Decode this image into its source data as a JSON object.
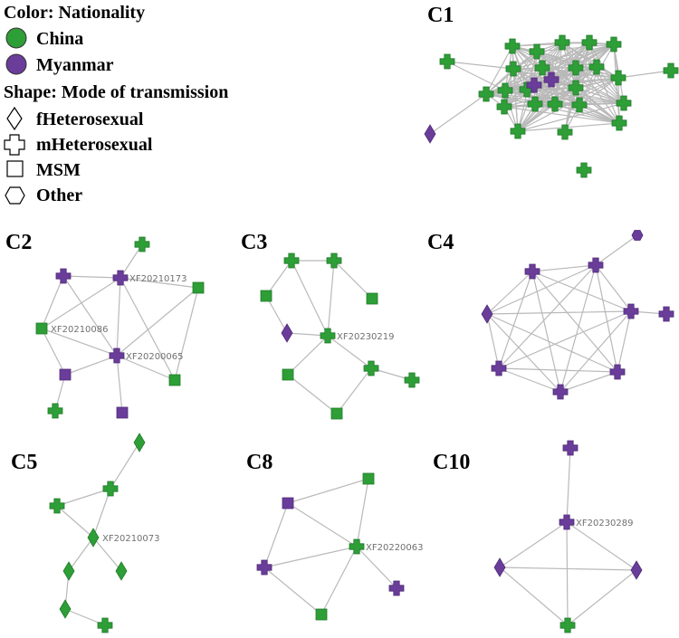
{
  "legend": {
    "color_title": "Color: Nationality",
    "colors": [
      {
        "label": "China",
        "color": "#2e9e37"
      },
      {
        "label": "Myanmar",
        "color": "#6a3d9a"
      }
    ],
    "shape_title": "Shape: Mode of transmission",
    "shapes": [
      {
        "label": "fHeterosexual",
        "shape": "diamond"
      },
      {
        "label": "mHeterosexual",
        "shape": "cross"
      },
      {
        "label": "MSM",
        "shape": "square"
      },
      {
        "label": "Other",
        "shape": "hexagon"
      }
    ]
  },
  "colors": {
    "China": "#2e9e37",
    "Myanmar": "#6a3d9a",
    "edge": "#b9b9b9"
  },
  "chart_data": {
    "type": "network",
    "clusters": [
      {
        "id": "C1",
        "title": "C1",
        "nodes": [
          {
            "id": "a1",
            "nat": "China",
            "shape": "cross"
          },
          {
            "id": "a2",
            "nat": "China",
            "shape": "cross"
          },
          {
            "id": "a3",
            "nat": "China",
            "shape": "cross"
          },
          {
            "id": "a4",
            "nat": "China",
            "shape": "cross"
          },
          {
            "id": "a5",
            "nat": "China",
            "shape": "cross"
          },
          {
            "id": "a6",
            "nat": "China",
            "shape": "cross"
          },
          {
            "id": "a7",
            "nat": "China",
            "shape": "cross"
          },
          {
            "id": "a8",
            "nat": "China",
            "shape": "cross"
          },
          {
            "id": "a9",
            "nat": "China",
            "shape": "cross"
          },
          {
            "id": "a10",
            "nat": "China",
            "shape": "cross"
          },
          {
            "id": "a11",
            "nat": "China",
            "shape": "cross"
          },
          {
            "id": "a12",
            "nat": "China",
            "shape": "cross"
          },
          {
            "id": "a13",
            "nat": "Myanmar",
            "shape": "cross"
          },
          {
            "id": "a14",
            "nat": "China",
            "shape": "cross"
          },
          {
            "id": "a15",
            "nat": "China",
            "shape": "cross"
          },
          {
            "id": "a16",
            "nat": "China",
            "shape": "cross"
          },
          {
            "id": "a17",
            "nat": "China",
            "shape": "cross"
          },
          {
            "id": "a18",
            "nat": "China",
            "shape": "cross"
          },
          {
            "id": "a19",
            "nat": "Myanmar",
            "shape": "cross"
          },
          {
            "id": "a20",
            "nat": "China",
            "shape": "cross"
          },
          {
            "id": "a21",
            "nat": "China",
            "shape": "cross"
          },
          {
            "id": "a22",
            "nat": "China",
            "shape": "cross"
          },
          {
            "id": "a23",
            "nat": "China",
            "shape": "cross"
          },
          {
            "id": "a24",
            "nat": "China",
            "shape": "cross"
          },
          {
            "id": "a25",
            "nat": "China",
            "shape": "cross"
          },
          {
            "id": "a26",
            "nat": "Myanmar",
            "shape": "diamond"
          },
          {
            "id": "a27",
            "nat": "China",
            "shape": "cross"
          },
          {
            "id": "a28",
            "nat": "China",
            "shape": "cross"
          }
        ]
      },
      {
        "id": "C2",
        "title": "C2",
        "nodes": [
          {
            "id": "b1",
            "nat": "China",
            "shape": "cross"
          },
          {
            "id": "b2",
            "nat": "Myanmar",
            "shape": "cross"
          },
          {
            "id": "b3",
            "nat": "Myanmar",
            "shape": "cross",
            "label": "XF20210173"
          },
          {
            "id": "b4",
            "nat": "China",
            "shape": "square"
          },
          {
            "id": "b5",
            "nat": "China",
            "shape": "square",
            "label": "XF20210086"
          },
          {
            "id": "b6",
            "nat": "Myanmar",
            "shape": "cross",
            "label": "XF20200065"
          },
          {
            "id": "b7",
            "nat": "Myanmar",
            "shape": "square"
          },
          {
            "id": "b8",
            "nat": "China",
            "shape": "square"
          },
          {
            "id": "b9",
            "nat": "China",
            "shape": "cross"
          },
          {
            "id": "b10",
            "nat": "Myanmar",
            "shape": "square"
          }
        ],
        "edges": [
          [
            "b2",
            "b3"
          ],
          [
            "b2",
            "b5"
          ],
          [
            "b2",
            "b6"
          ],
          [
            "b3",
            "b1"
          ],
          [
            "b3",
            "b5"
          ],
          [
            "b3",
            "b6"
          ],
          [
            "b3",
            "b4"
          ],
          [
            "b3",
            "b8"
          ],
          [
            "b5",
            "b6"
          ],
          [
            "b5",
            "b7"
          ],
          [
            "b6",
            "b4"
          ],
          [
            "b6",
            "b8"
          ],
          [
            "b6",
            "b7"
          ],
          [
            "b6",
            "b10"
          ],
          [
            "b4",
            "b8"
          ],
          [
            "b7",
            "b9"
          ]
        ]
      },
      {
        "id": "C3",
        "title": "C3",
        "nodes": [
          {
            "id": "c1",
            "nat": "China",
            "shape": "cross"
          },
          {
            "id": "c2",
            "nat": "China",
            "shape": "cross"
          },
          {
            "id": "c3",
            "nat": "China",
            "shape": "square"
          },
          {
            "id": "c4",
            "nat": "China",
            "shape": "square"
          },
          {
            "id": "c5",
            "nat": "Myanmar",
            "shape": "diamond"
          },
          {
            "id": "c6",
            "nat": "China",
            "shape": "cross",
            "label": "XF20230219"
          },
          {
            "id": "c7",
            "nat": "China",
            "shape": "cross"
          },
          {
            "id": "c8",
            "nat": "China",
            "shape": "cross"
          },
          {
            "id": "c9",
            "nat": "China",
            "shape": "square"
          },
          {
            "id": "c10",
            "nat": "China",
            "shape": "square"
          }
        ],
        "edges": [
          [
            "c1",
            "c2"
          ],
          [
            "c1",
            "c3"
          ],
          [
            "c1",
            "c6"
          ],
          [
            "c2",
            "c4"
          ],
          [
            "c2",
            "c6"
          ],
          [
            "c3",
            "c5"
          ],
          [
            "c5",
            "c6"
          ],
          [
            "c6",
            "c7"
          ],
          [
            "c6",
            "c9"
          ],
          [
            "c7",
            "c8"
          ],
          [
            "c7",
            "c10"
          ],
          [
            "c9",
            "c10"
          ]
        ]
      },
      {
        "id": "C4",
        "title": "C4",
        "nodes": [
          {
            "id": "d1",
            "nat": "Myanmar",
            "shape": "hexagon"
          },
          {
            "id": "d2",
            "nat": "Myanmar",
            "shape": "cross"
          },
          {
            "id": "d3",
            "nat": "Myanmar",
            "shape": "cross"
          },
          {
            "id": "d4",
            "nat": "Myanmar",
            "shape": "diamond"
          },
          {
            "id": "d5",
            "nat": "Myanmar",
            "shape": "cross"
          },
          {
            "id": "d6",
            "nat": "Myanmar",
            "shape": "cross"
          },
          {
            "id": "d7",
            "nat": "Myanmar",
            "shape": "cross"
          },
          {
            "id": "d8",
            "nat": "Myanmar",
            "shape": "cross"
          },
          {
            "id": "d9",
            "nat": "Myanmar",
            "shape": "cross"
          }
        ],
        "edges": [
          [
            "d1",
            "d3"
          ],
          [
            "d2",
            "d3"
          ],
          [
            "d2",
            "d4"
          ],
          [
            "d2",
            "d5"
          ],
          [
            "d2",
            "d7"
          ],
          [
            "d2",
            "d8"
          ],
          [
            "d2",
            "d9"
          ],
          [
            "d3",
            "d4"
          ],
          [
            "d3",
            "d5"
          ],
          [
            "d3",
            "d7"
          ],
          [
            "d3",
            "d8"
          ],
          [
            "d3",
            "d9"
          ],
          [
            "d4",
            "d5"
          ],
          [
            "d4",
            "d7"
          ],
          [
            "d4",
            "d8"
          ],
          [
            "d4",
            "d9"
          ],
          [
            "d5",
            "d6"
          ],
          [
            "d5",
            "d7"
          ],
          [
            "d5",
            "d8"
          ],
          [
            "d5",
            "d9"
          ],
          [
            "d7",
            "d8"
          ],
          [
            "d7",
            "d9"
          ],
          [
            "d8",
            "d9"
          ]
        ]
      },
      {
        "id": "C5",
        "title": "C5",
        "nodes": [
          {
            "id": "e1",
            "nat": "China",
            "shape": "diamond"
          },
          {
            "id": "e2",
            "nat": "China",
            "shape": "cross"
          },
          {
            "id": "e3",
            "nat": "China",
            "shape": "cross"
          },
          {
            "id": "e4",
            "nat": "China",
            "shape": "diamond",
            "label": "XF20210073"
          },
          {
            "id": "e5",
            "nat": "China",
            "shape": "diamond"
          },
          {
            "id": "e6",
            "nat": "China",
            "shape": "diamond"
          },
          {
            "id": "e7",
            "nat": "China",
            "shape": "diamond"
          },
          {
            "id": "e8",
            "nat": "China",
            "shape": "cross"
          }
        ],
        "edges": [
          [
            "e1",
            "e2"
          ],
          [
            "e2",
            "e3"
          ],
          [
            "e2",
            "e4"
          ],
          [
            "e3",
            "e4"
          ],
          [
            "e4",
            "e5"
          ],
          [
            "e4",
            "e6"
          ],
          [
            "e5",
            "e7"
          ],
          [
            "e7",
            "e8"
          ]
        ]
      },
      {
        "id": "C8",
        "title": "C8",
        "nodes": [
          {
            "id": "f1",
            "nat": "China",
            "shape": "square"
          },
          {
            "id": "f2",
            "nat": "Myanmar",
            "shape": "square"
          },
          {
            "id": "f3",
            "nat": "China",
            "shape": "cross",
            "label": "XF20220063"
          },
          {
            "id": "f4",
            "nat": "Myanmar",
            "shape": "cross"
          },
          {
            "id": "f5",
            "nat": "Myanmar",
            "shape": "cross"
          },
          {
            "id": "f6",
            "nat": "China",
            "shape": "square"
          }
        ],
        "edges": [
          [
            "f2",
            "f1"
          ],
          [
            "f2",
            "f3"
          ],
          [
            "f2",
            "f4"
          ],
          [
            "f1",
            "f3"
          ],
          [
            "f3",
            "f4"
          ],
          [
            "f3",
            "f5"
          ],
          [
            "f3",
            "f6"
          ],
          [
            "f4",
            "f6"
          ]
        ]
      },
      {
        "id": "C10",
        "title": "C10",
        "nodes": [
          {
            "id": "g1",
            "nat": "Myanmar",
            "shape": "cross"
          },
          {
            "id": "g2",
            "nat": "Myanmar",
            "shape": "cross",
            "label": "XF20230289"
          },
          {
            "id": "g3",
            "nat": "Myanmar",
            "shape": "diamond"
          },
          {
            "id": "g4",
            "nat": "Myanmar",
            "shape": "diamond"
          },
          {
            "id": "g5",
            "nat": "China",
            "shape": "cross"
          }
        ],
        "edges": [
          [
            "g1",
            "g2"
          ],
          [
            "g2",
            "g3"
          ],
          [
            "g2",
            "g4"
          ],
          [
            "g2",
            "g5"
          ],
          [
            "g3",
            "g4"
          ],
          [
            "g3",
            "g5"
          ],
          [
            "g4",
            "g5"
          ]
        ]
      }
    ]
  }
}
